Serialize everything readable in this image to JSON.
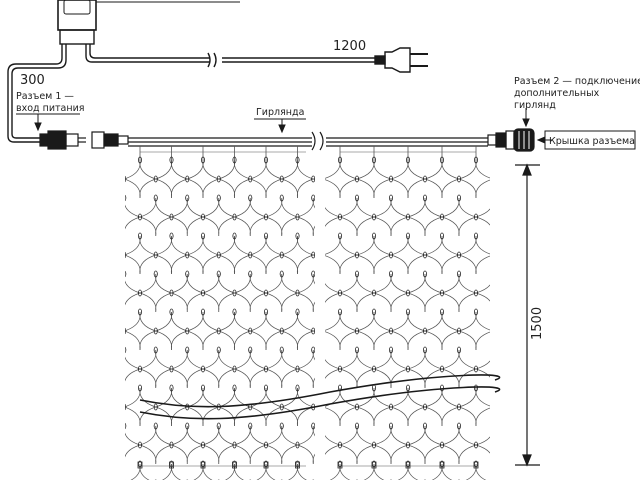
{
  "labels": {
    "power_cable_length": "300",
    "plug_cable_length": "1200",
    "connector1_line1": "Разъем 1 —",
    "connector1_line2": "вход питания",
    "garland": "Гирлянда",
    "connector2_line1": "Разъем 2 — подключение",
    "connector2_line2": "дополнительных",
    "connector2_line3": "гирлянд",
    "connector_cap": "Крышка разъема",
    "height": "1500"
  },
  "colors": {
    "line": "#1a1a1a",
    "net": "#555555",
    "background": "#ffffff"
  }
}
